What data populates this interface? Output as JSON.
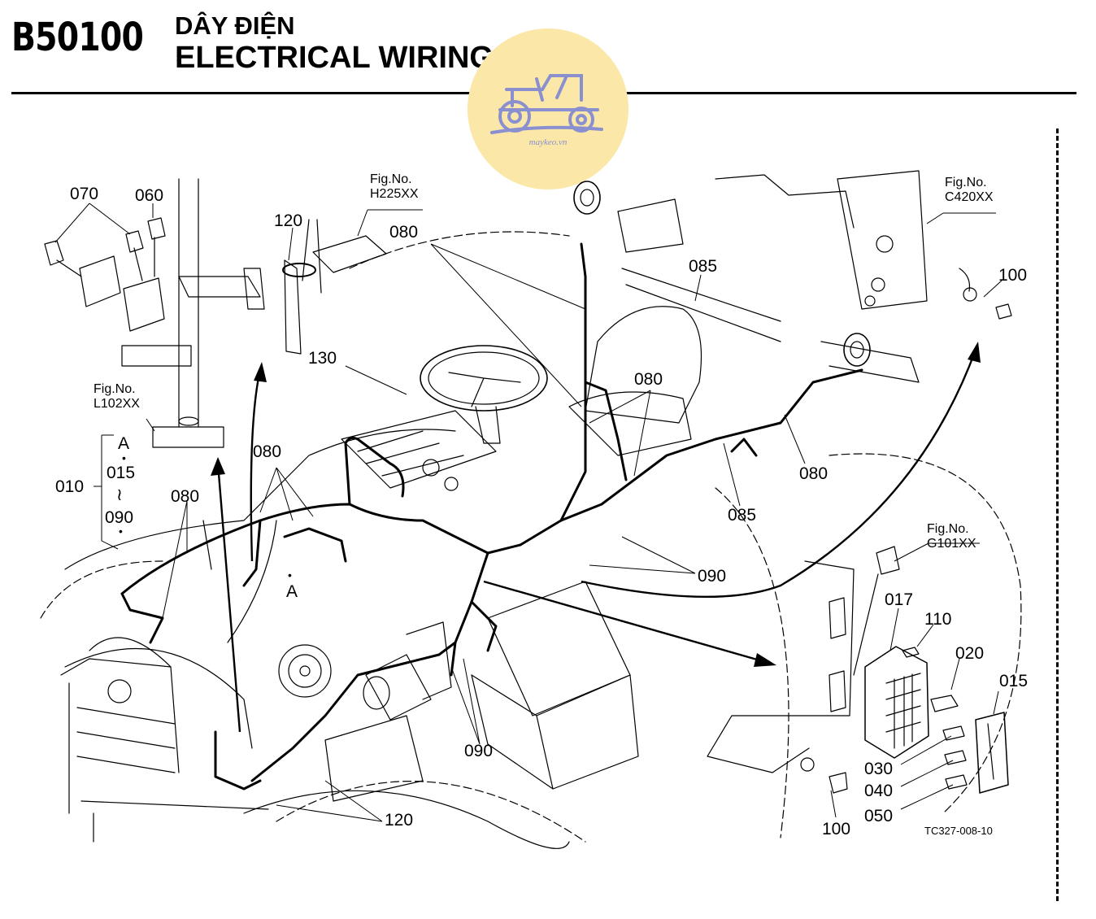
{
  "header": {
    "code": "B50100",
    "title_vn": "DÂY ĐIỆN",
    "title_en": "ELECTRICAL WIRING"
  },
  "watermark": {
    "text": "maykeo.vn",
    "color": "#fbe7a8"
  },
  "figures": [
    {
      "label": "Fig.No.",
      "code": "H225XX"
    },
    {
      "label": "Fig.No.",
      "code": "C420XX"
    },
    {
      "label": "Fig.No.",
      "code": "L102XX"
    },
    {
      "label": "Fig.No.",
      "code": "G101XX"
    }
  ],
  "parts": {
    "p070": "070",
    "p060": "060",
    "p120a": "120",
    "p080a": "080",
    "p085a": "085",
    "p100a": "100",
    "p130": "130",
    "p080b": "080",
    "p080c": "080",
    "p080d": "080",
    "p080e": "080",
    "p085b": "085",
    "p090a": "090",
    "p010": "010",
    "p017": "017",
    "p110": "110",
    "p020": "020",
    "p015": "015",
    "p030": "030",
    "p040": "040",
    "p050": "050",
    "p100b": "100",
    "p120b": "120",
    "p090b": "090"
  },
  "range": {
    "a": "A",
    "from": "015",
    "tilde": "≀",
    "to": "090"
  },
  "callout_a": "A",
  "drawing_code": "TC327-008-10"
}
